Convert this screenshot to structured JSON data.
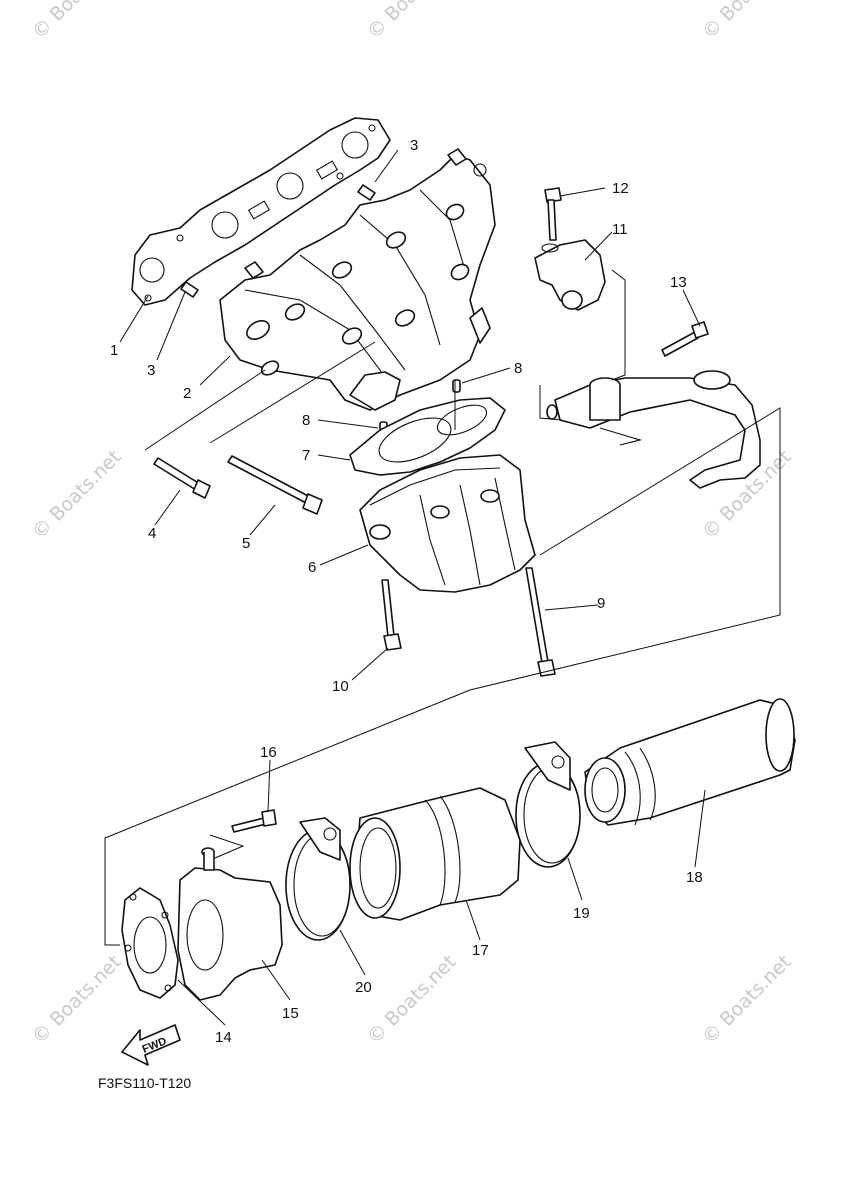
{
  "watermark": "© Boats.net",
  "diagram_code": "F3FS110-T120",
  "fwd_label": "FWD",
  "callouts": [
    "1",
    "2",
    "3",
    "3",
    "4",
    "5",
    "6",
    "7",
    "8",
    "8",
    "9",
    "10",
    "11",
    "12",
    "13",
    "14",
    "15",
    "16",
    "17",
    "18",
    "19",
    "20"
  ]
}
